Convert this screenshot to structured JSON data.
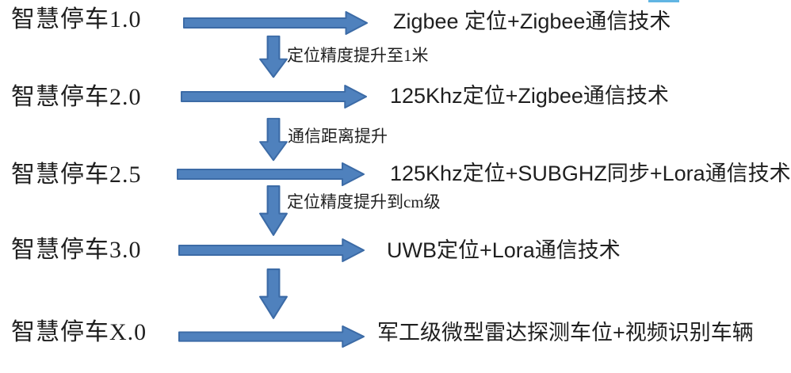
{
  "rows": [
    {
      "version": "智慧停车1.0",
      "tech": "Zigbee 定位+Zigbee通信技术"
    },
    {
      "version": "智慧停车2.0",
      "tech": "125Khz定位+Zigbee通信技术"
    },
    {
      "version": "智慧停车2.5",
      "tech": "125Khz定位+SUBGHZ同步+Lora通信技术"
    },
    {
      "version": "智慧停车3.0",
      "tech": "UWB定位+Lora通信技术"
    },
    {
      "version": "智慧停车X.0",
      "tech": "军工级微型雷达探测车位+视频识别车辆"
    }
  ],
  "transitions": [
    {
      "label": "定位精度提升至1米"
    },
    {
      "label": "通信距离提升"
    },
    {
      "label": "定位精度提升到cm级"
    },
    {
      "label": ""
    }
  ],
  "colors": {
    "arrow_fill": "#4f81bd",
    "arrow_stroke": "#3c6ba6",
    "text": "#1f1f1f",
    "top_artifact": "#61b5e3"
  }
}
